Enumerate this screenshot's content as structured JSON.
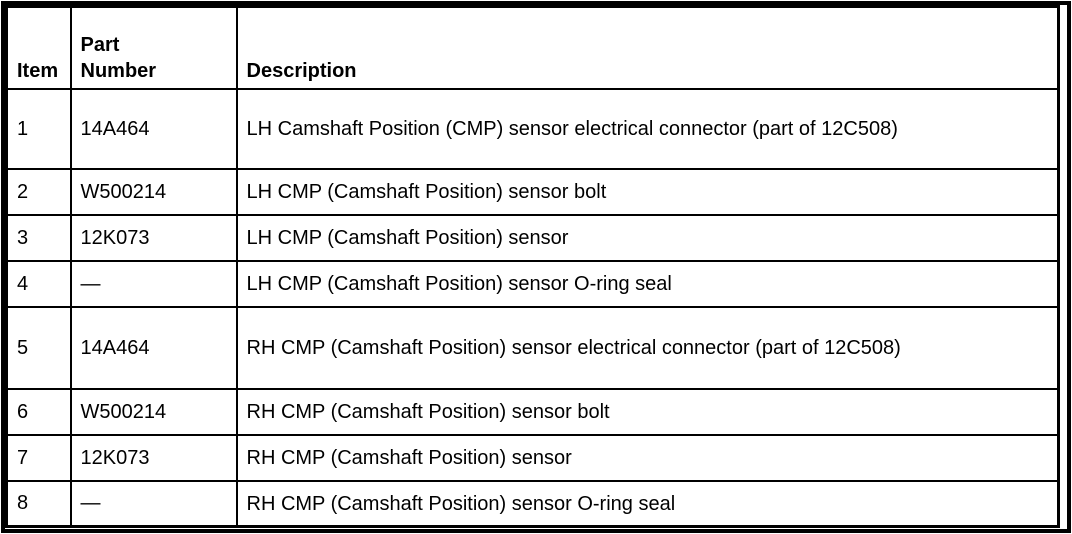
{
  "table": {
    "columns": [
      {
        "label": "Item"
      },
      {
        "label": "Part Number"
      },
      {
        "label": "Description"
      }
    ],
    "rows": [
      {
        "item": "1",
        "part_number": "14A464",
        "description": "LH Camshaft Position (CMP) sensor electrical connector (part of 12C508)"
      },
      {
        "item": "2",
        "part_number": "W500214",
        "description": "LH CMP (Camshaft Position) sensor bolt"
      },
      {
        "item": "3",
        "part_number": "12K073",
        "description": "LH CMP (Camshaft Position) sensor"
      },
      {
        "item": "4",
        "part_number": "—",
        "description": "LH CMP (Camshaft Position) sensor O-ring seal"
      },
      {
        "item": "5",
        "part_number": "14A464",
        "description": "RH CMP (Camshaft Position) sensor electrical connector (part of 12C508)"
      },
      {
        "item": "6",
        "part_number": "W500214",
        "description": "RH CMP (Camshaft Position) sensor bolt"
      },
      {
        "item": "7",
        "part_number": "12K073",
        "description": "RH CMP (Camshaft Position) sensor"
      },
      {
        "item": "8",
        "part_number": "—",
        "description": "RH CMP (Camshaft Position) sensor O-ring seal"
      }
    ],
    "colors": {
      "border": "#000000",
      "background": "#ffffff",
      "text": "#000000"
    }
  }
}
